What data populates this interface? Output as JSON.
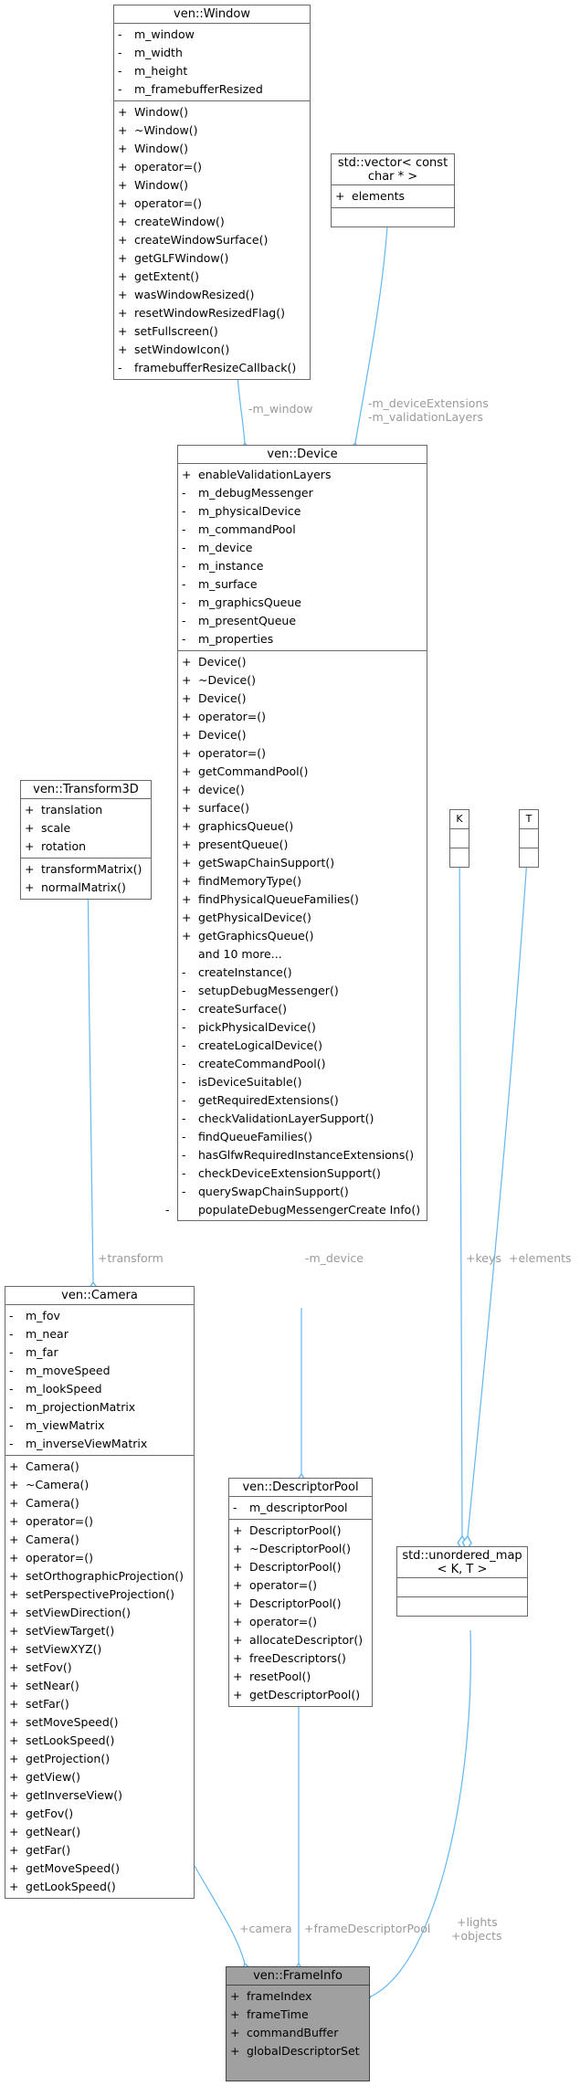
{
  "colors": {
    "edge": "#63b8ee",
    "edge_label": "#9a9a9a",
    "border": "#6a6a6a",
    "focus_fill": "#a0a0a0"
  },
  "window": {
    "title": "ven::Window",
    "attrs": [
      {
        "vis": "-",
        "name": "m_window"
      },
      {
        "vis": "-",
        "name": "m_width"
      },
      {
        "vis": "-",
        "name": "m_height"
      },
      {
        "vis": "-",
        "name": "m_framebufferResized"
      }
    ],
    "methods": [
      {
        "vis": "+",
        "name": "Window()"
      },
      {
        "vis": "+",
        "name": "~Window()"
      },
      {
        "vis": "+",
        "name": "Window()"
      },
      {
        "vis": "+",
        "name": "operator=()"
      },
      {
        "vis": "+",
        "name": "Window()"
      },
      {
        "vis": "+",
        "name": "operator=()"
      },
      {
        "vis": "+",
        "name": "createWindow()"
      },
      {
        "vis": "+",
        "name": "createWindowSurface()"
      },
      {
        "vis": "+",
        "name": "getGLFWindow()"
      },
      {
        "vis": "+",
        "name": "getExtent()"
      },
      {
        "vis": "+",
        "name": "wasWindowResized()"
      },
      {
        "vis": "+",
        "name": "resetWindowResizedFlag()"
      },
      {
        "vis": "+",
        "name": "setFullscreen()"
      },
      {
        "vis": "+",
        "name": "setWindowIcon()"
      },
      {
        "vis": "-",
        "name": "framebufferResizeCallback()"
      }
    ]
  },
  "vector": {
    "title_line1": "std::vector< const",
    "title_line2": "char * >",
    "attrs": [
      {
        "vis": "+",
        "name": "elements"
      }
    ]
  },
  "device": {
    "title": "ven::Device",
    "attrs": [
      {
        "vis": "+",
        "name": "enableValidationLayers"
      },
      {
        "vis": "-",
        "name": "m_debugMessenger"
      },
      {
        "vis": "-",
        "name": "m_physicalDevice"
      },
      {
        "vis": "-",
        "name": "m_commandPool"
      },
      {
        "vis": "-",
        "name": "m_device"
      },
      {
        "vis": "-",
        "name": "m_instance"
      },
      {
        "vis": "-",
        "name": "m_surface"
      },
      {
        "vis": "-",
        "name": "m_graphicsQueue"
      },
      {
        "vis": "-",
        "name": "m_presentQueue"
      },
      {
        "vis": "-",
        "name": "m_properties"
      }
    ],
    "methods": [
      {
        "vis": "+",
        "name": "Device()"
      },
      {
        "vis": "+",
        "name": "~Device()"
      },
      {
        "vis": "+",
        "name": "Device()"
      },
      {
        "vis": "+",
        "name": "operator=()"
      },
      {
        "vis": "+",
        "name": "Device()"
      },
      {
        "vis": "+",
        "name": "operator=()"
      },
      {
        "vis": "+",
        "name": "getCommandPool()"
      },
      {
        "vis": "+",
        "name": "device()"
      },
      {
        "vis": "+",
        "name": "surface()"
      },
      {
        "vis": "+",
        "name": "graphicsQueue()"
      },
      {
        "vis": "+",
        "name": "presentQueue()"
      },
      {
        "vis": "+",
        "name": "getSwapChainSupport()"
      },
      {
        "vis": "+",
        "name": "findMemoryType()"
      },
      {
        "vis": "+",
        "name": "findPhysicalQueueFamilies()"
      },
      {
        "vis": "+",
        "name": "getPhysicalDevice()"
      },
      {
        "vis": "+",
        "name": "getGraphicsQueue()"
      },
      {
        "vis": "",
        "name": "and 10 more..."
      },
      {
        "vis": "-",
        "name": "createInstance()"
      },
      {
        "vis": "-",
        "name": "setupDebugMessenger()"
      },
      {
        "vis": "-",
        "name": "createSurface()"
      },
      {
        "vis": "-",
        "name": "pickPhysicalDevice()"
      },
      {
        "vis": "-",
        "name": "createLogicalDevice()"
      },
      {
        "vis": "-",
        "name": "createCommandPool()"
      },
      {
        "vis": "-",
        "name": "isDeviceSuitable()"
      },
      {
        "vis": "-",
        "name": "getRequiredExtensions()"
      },
      {
        "vis": "-",
        "name": "checkValidationLayerSupport()"
      },
      {
        "vis": "-",
        "name": "findQueueFamilies()"
      },
      {
        "vis": "-",
        "name": "hasGlfwRequiredInstanceExtensions()"
      },
      {
        "vis": "-",
        "name": "checkDeviceExtensionSupport()"
      },
      {
        "vis": "-",
        "name": "querySwapChainSupport()"
      },
      {
        "vis": "-",
        "name": "populateDebugMessengerCreate Info()"
      }
    ]
  },
  "transform": {
    "title": "ven::Transform3D",
    "attrs": [
      {
        "vis": "+",
        "name": "translation"
      },
      {
        "vis": "+",
        "name": "scale"
      },
      {
        "vis": "+",
        "name": "rotation"
      }
    ],
    "methods": [
      {
        "vis": "+",
        "name": "transformMatrix()"
      },
      {
        "vis": "+",
        "name": "normalMatrix()"
      }
    ]
  },
  "k": {
    "title": "K"
  },
  "t": {
    "title": "T"
  },
  "camera": {
    "title": "ven::Camera",
    "attrs": [
      {
        "vis": "-",
        "name": "m_fov"
      },
      {
        "vis": "-",
        "name": "m_near"
      },
      {
        "vis": "-",
        "name": "m_far"
      },
      {
        "vis": "-",
        "name": "m_moveSpeed"
      },
      {
        "vis": "-",
        "name": "m_lookSpeed"
      },
      {
        "vis": "-",
        "name": "m_projectionMatrix"
      },
      {
        "vis": "-",
        "name": "m_viewMatrix"
      },
      {
        "vis": "-",
        "name": "m_inverseViewMatrix"
      }
    ],
    "methods": [
      {
        "vis": "+",
        "name": "Camera()"
      },
      {
        "vis": "+",
        "name": "~Camera()"
      },
      {
        "vis": "+",
        "name": "Camera()"
      },
      {
        "vis": "+",
        "name": "operator=()"
      },
      {
        "vis": "+",
        "name": "Camera()"
      },
      {
        "vis": "+",
        "name": "operator=()"
      },
      {
        "vis": "+",
        "name": "setOrthographicProjection()"
      },
      {
        "vis": "+",
        "name": "setPerspectiveProjection()"
      },
      {
        "vis": "+",
        "name": "setViewDirection()"
      },
      {
        "vis": "+",
        "name": "setViewTarget()"
      },
      {
        "vis": "+",
        "name": "setViewXYZ()"
      },
      {
        "vis": "+",
        "name": "setFov()"
      },
      {
        "vis": "+",
        "name": "setNear()"
      },
      {
        "vis": "+",
        "name": "setFar()"
      },
      {
        "vis": "+",
        "name": "setMoveSpeed()"
      },
      {
        "vis": "+",
        "name": "setLookSpeed()"
      },
      {
        "vis": "+",
        "name": "getProjection()"
      },
      {
        "vis": "+",
        "name": "getView()"
      },
      {
        "vis": "+",
        "name": "getInverseView()"
      },
      {
        "vis": "+",
        "name": "getFov()"
      },
      {
        "vis": "+",
        "name": "getNear()"
      },
      {
        "vis": "+",
        "name": "getFar()"
      },
      {
        "vis": "+",
        "name": "getMoveSpeed()"
      },
      {
        "vis": "+",
        "name": "getLookSpeed()"
      }
    ]
  },
  "pool": {
    "title": "ven::DescriptorPool",
    "attrs": [
      {
        "vis": "-",
        "name": "m_descriptorPool"
      }
    ],
    "methods": [
      {
        "vis": "+",
        "name": "DescriptorPool()"
      },
      {
        "vis": "+",
        "name": "~DescriptorPool()"
      },
      {
        "vis": "+",
        "name": "DescriptorPool()"
      },
      {
        "vis": "+",
        "name": "operator=()"
      },
      {
        "vis": "+",
        "name": "DescriptorPool()"
      },
      {
        "vis": "+",
        "name": "operator=()"
      },
      {
        "vis": "+",
        "name": "allocateDescriptor()"
      },
      {
        "vis": "+",
        "name": "freeDescriptors()"
      },
      {
        "vis": "+",
        "name": "resetPool()"
      },
      {
        "vis": "+",
        "name": "getDescriptorPool()"
      }
    ]
  },
  "umap": {
    "title_line1": "std::unordered_map",
    "title_line2": "< K, T >"
  },
  "frameinfo": {
    "title": "ven::FrameInfo",
    "attrs": [
      {
        "vis": "+",
        "name": "frameIndex"
      },
      {
        "vis": "+",
        "name": "frameTime"
      },
      {
        "vis": "+",
        "name": "commandBuffer"
      },
      {
        "vis": "+",
        "name": "globalDescriptorSet"
      }
    ]
  },
  "edges": {
    "m_window": "-m_window",
    "ext_line1": "-m_deviceExtensions",
    "ext_line2": "-m_validationLayers",
    "transform": "+transform",
    "m_device": "-m_device",
    "keys": "+keys",
    "elements": "+elements",
    "camera": "+camera",
    "frameDescriptorPool": "+frameDescriptorPool",
    "lights": "+lights",
    "objects": "+objects"
  }
}
